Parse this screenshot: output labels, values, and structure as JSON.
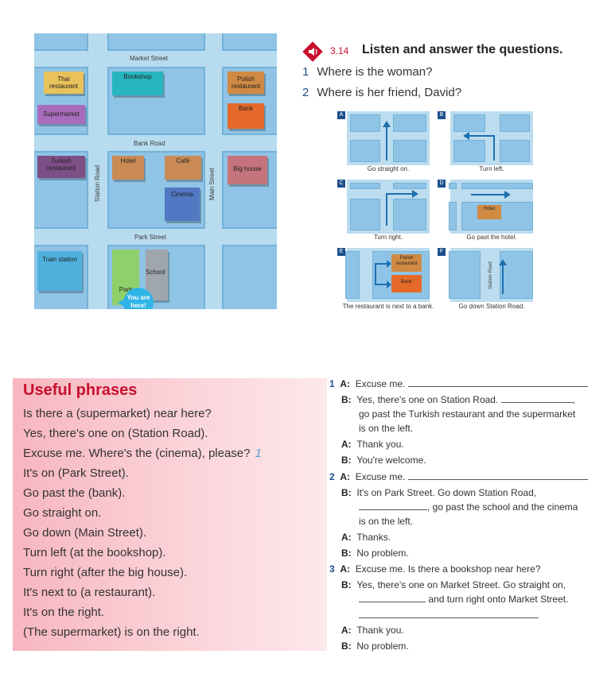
{
  "map": {
    "streets": {
      "market": "Market Street",
      "bank_road": "Bank Road",
      "park": "Park Street",
      "station_road": "Station Road",
      "main": "Main Street"
    },
    "buildings": {
      "thai": "Thai restaurant",
      "bookshop": "Bookshop",
      "polish": "Polish restaurant",
      "supermarket": "Supermarket",
      "bank": "Bank",
      "turkish": "Turkish restaurant",
      "hotel": "Hotel",
      "cafe": "Café",
      "cinema": "Cinema",
      "big_house": "Big house",
      "train_station": "Train station",
      "school": "School",
      "park": "Park"
    },
    "you_are_here": "You are here!"
  },
  "header": {
    "track": "3.14",
    "title": "Listen and answer the questions."
  },
  "questions": [
    {
      "num": "1",
      "text": "Where is the woman?"
    },
    {
      "num": "2",
      "text": "Where is her friend, David?"
    }
  ],
  "diagrams": {
    "A": {
      "letter": "A",
      "caption": "Go straight on."
    },
    "B": {
      "letter": "B",
      "caption": "Turn left."
    },
    "C": {
      "letter": "C",
      "caption": "Turn right."
    },
    "D": {
      "letter": "D",
      "caption": "Go past the hotel.",
      "building": "Hotel"
    },
    "E": {
      "letter": "E",
      "caption": "The restaurant is next to a bank.",
      "building_top": "Polish restaurant",
      "building_bottom": "Bank"
    },
    "F": {
      "letter": "F",
      "caption": "Go down Station Road.",
      "road": "Station Road"
    }
  },
  "useful": {
    "title": "Useful phrases",
    "phrases": [
      "Is there a (supermarket) near here?",
      "Yes, there's one on (Station Road).",
      "Excuse me. Where's the (cinema), please?",
      "It's on (Park Street).",
      "Go past the (bank).",
      "Go straight on.",
      "Go down (Main Street).",
      "Turn left (at the bookshop).",
      "Turn right (after the big house).",
      "It's next to (a restaurant).",
      "It's on the right.",
      "(The supermarket) is on the right."
    ],
    "ref": "1"
  },
  "dialogues": {
    "d1": {
      "num": "1",
      "a1": "Excuse me.",
      "b1a": "Yes, there's one on Station Road.",
      "b1b": ",",
      "b1c": "go past the Turkish restaurant and the supermarket",
      "b1d": "is on the left.",
      "a2": "Thank you.",
      "b2": "You're welcome."
    },
    "d2": {
      "num": "2",
      "a1": "Excuse me.",
      "b1a": "It's on Park Street. Go down Station Road,",
      "b1b": ", go past the school and the cinema",
      "b1c": "is on the left.",
      "a2": "Thanks.",
      "b2": "No problem."
    },
    "d3": {
      "num": "3",
      "a1": "Excuse me. Is there a bookshop near here?",
      "b1a": "Yes, there's one on Market Street. Go straight on,",
      "b1b": "and turn right onto Market Street.",
      "a2": "Thank you.",
      "b2": "No problem."
    },
    "speaker_a": "A:",
    "speaker_b": "B:"
  }
}
